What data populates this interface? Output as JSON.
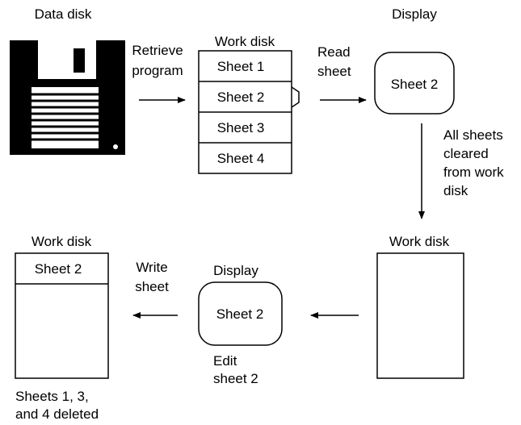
{
  "top": {
    "data_disk_label": "Data disk",
    "retrieve_label_1": "Retrieve",
    "retrieve_label_2": "program",
    "work_disk_label": "Work disk",
    "sheets": [
      "Sheet 1",
      "Sheet 2",
      "Sheet 3",
      "Sheet 4"
    ],
    "read_label_1": "Read",
    "read_label_2": "sheet",
    "display_label": "Display",
    "display_sheet": "Sheet 2"
  },
  "middle": {
    "cleared_1": "All sheets",
    "cleared_2": "cleared",
    "cleared_3": "from work",
    "cleared_4": "disk"
  },
  "bottom": {
    "work_disk_right_label": "Work disk",
    "display_label": "Display",
    "display_sheet": "Sheet 2",
    "edit_1": "Edit",
    "edit_2": "sheet 2",
    "write_1": "Write",
    "write_2": "sheet",
    "work_disk_left_label": "Work disk",
    "work_disk_left_sheet": "Sheet 2",
    "deleted_1": "Sheets 1, 3,",
    "deleted_2": "and 4 deleted"
  }
}
